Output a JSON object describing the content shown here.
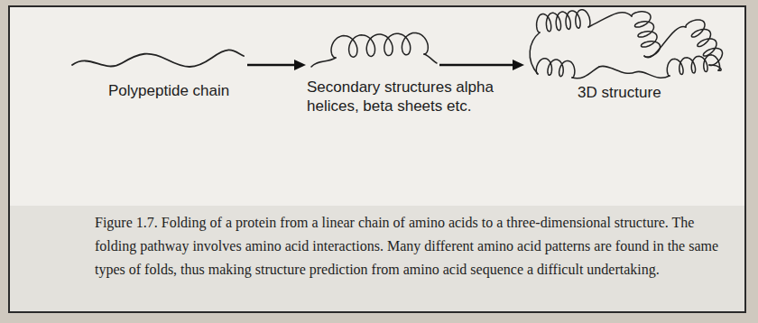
{
  "diagram": {
    "caption": "Figure 1.7. Folding of a protein from a linear chain of amino acids to a three-dimensional structure. The folding pathway involves amino acid interactions. Many different amino acid patterns are found in the same types of folds, thus making structure prediction from amino acid sequence a difficult undertaking.",
    "nodes": [
      {
        "text": [
          "Polypeptide chain"
        ]
      },
      {
        "text": [
          "Secondary structures alpha helices, beta sheets etc."
        ]
      },
      {
        "text": [
          "3D structure"
        ]
      }
    ],
    "edges": [
      {
        "from": 0,
        "to": 1,
        "arrow": "to"
      },
      {
        "from": 1,
        "to": 2,
        "arrow": "to"
      }
    ]
  }
}
